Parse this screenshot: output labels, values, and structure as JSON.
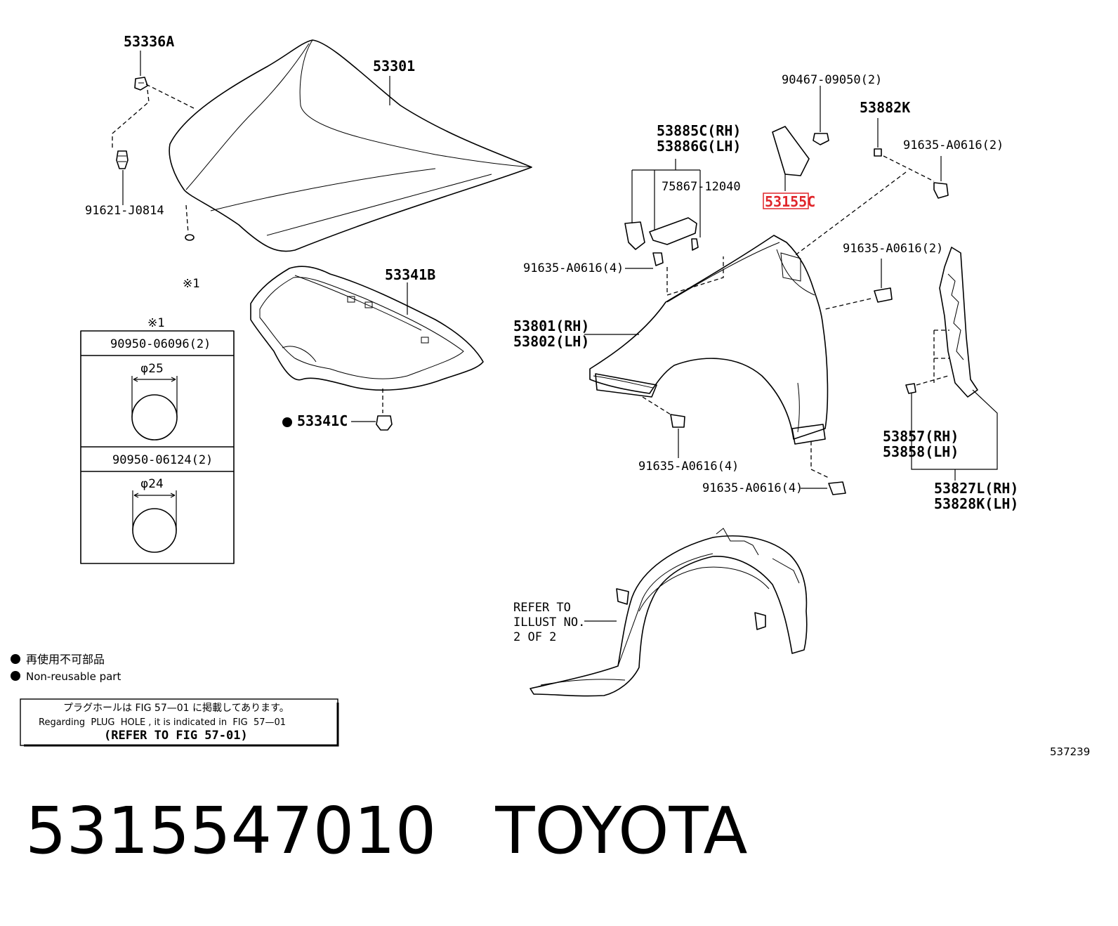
{
  "parts": {
    "p53336A": "53336A",
    "p53301": "53301",
    "p91621": "91621-J0814",
    "ref1": "※1",
    "p53341B": "53341B",
    "p53341C": "53341C",
    "p90467": "90467-09050(2)",
    "p53882K": "53882K",
    "p91635_top": "91635-A0616(2)",
    "p53885C": "53885C(RH)",
    "p53886G": "53886G(LH)",
    "p75867": "75867-12040",
    "p53155C": "53155C",
    "p91635_left": "91635-A0616(4)",
    "p91635_mid": "91635-A0616(2)",
    "p53801": "53801(RH)",
    "p53802": "53802(LH)",
    "p53857": "53857(RH)",
    "p53858": "53858(LH)",
    "p91635_bot": "91635-A0616(4)",
    "p91635_bot2": "91635-A0616(4)",
    "p53827L": "53827L(RH)",
    "p53828K": "53828K(LH)",
    "refer1": "REFER TO",
    "refer2": "ILLUST NO.",
    "refer3": "2 OF 2"
  },
  "plug_table": {
    "mark": "※1",
    "row1_part": "90950-06096(2)",
    "row1_dia": "φ25",
    "row2_part": "90950-06124(2)",
    "row2_dia": "φ24"
  },
  "legend": {
    "jp": "再使用不可部品",
    "en": "Non-reusable part"
  },
  "note": {
    "jp": "プラグホールは FIG 57—01 に掲載してあります。",
    "en": "Regarding  PLUG  HOLE , it is indicated in  FIG  57—01",
    "ref": "(REFER TO FIG 57-01)"
  },
  "figure_id": "537239",
  "footer": {
    "part_number": "5315547010",
    "brand": "TOYOTA"
  },
  "highlight_color": "#e0262b"
}
